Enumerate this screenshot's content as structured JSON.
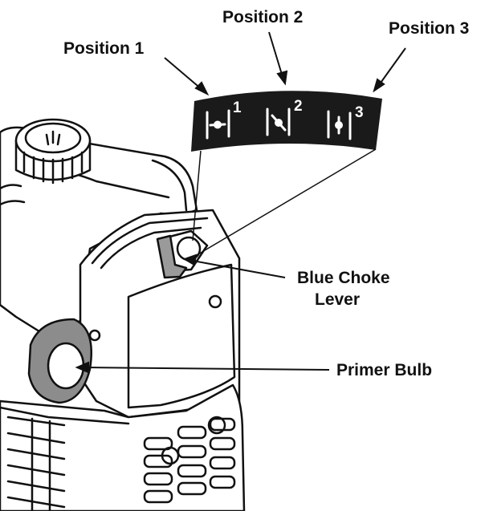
{
  "labels": {
    "position_1": "Position 1",
    "position_2": "Position 2",
    "position_3": "Position 3",
    "choke_line1": "Blue Choke",
    "choke_line2": "Lever",
    "primer_bulb": "Primer Bulb"
  },
  "choke_plate": {
    "numbers": [
      "1",
      "2",
      "3"
    ],
    "icons": [
      "choke-closed-icon",
      "choke-half-icon",
      "choke-open-icon"
    ]
  },
  "colors": {
    "ink": "#111111",
    "plate": "#1a1a1a",
    "choke_lever": "#9a9a9a",
    "primer_bulb": "#8c8c8c"
  }
}
